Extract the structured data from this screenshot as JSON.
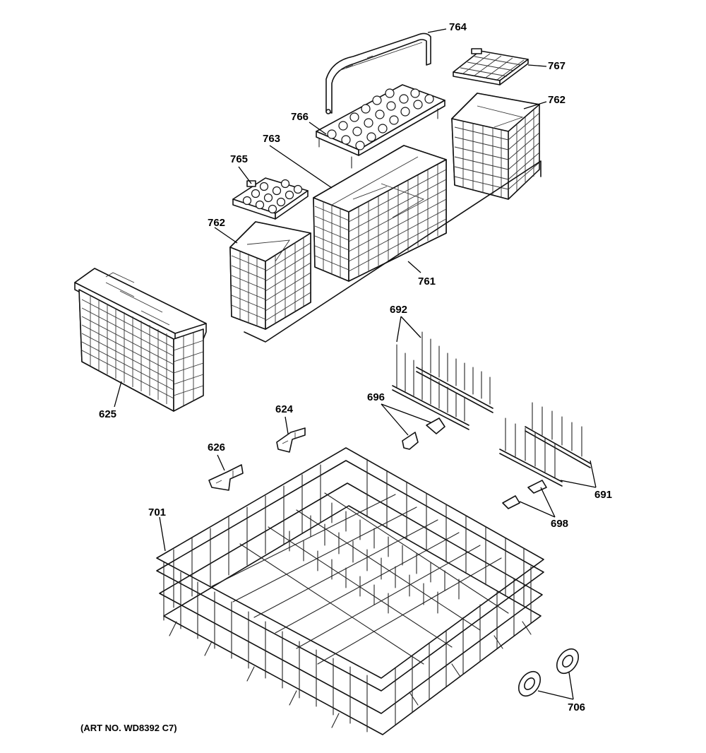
{
  "diagram": {
    "labels": [
      {
        "id": "l764",
        "text": "764",
        "part": "basket-handle"
      },
      {
        "id": "l767",
        "text": "767",
        "part": "small-basket-lid-right"
      },
      {
        "id": "l762a",
        "text": "762",
        "part": "small-basket-right"
      },
      {
        "id": "l766",
        "text": "766",
        "part": "large-basket-lid"
      },
      {
        "id": "l763",
        "text": "763",
        "part": "center-basket"
      },
      {
        "id": "l765",
        "text": "765",
        "part": "small-basket-lid-left"
      },
      {
        "id": "l762b",
        "text": "762",
        "part": "small-basket-left"
      },
      {
        "id": "l761",
        "text": "761",
        "part": "basket-assembly"
      },
      {
        "id": "l625",
        "text": "625",
        "part": "silverware-basket"
      },
      {
        "id": "l692",
        "text": "692",
        "part": "tine-row-upper"
      },
      {
        "id": "l696",
        "text": "696",
        "part": "tine-clips"
      },
      {
        "id": "l624",
        "text": "624",
        "part": "clip-624"
      },
      {
        "id": "l626",
        "text": "626",
        "part": "clip-626"
      },
      {
        "id": "l691",
        "text": "691",
        "part": "tine-row-lower"
      },
      {
        "id": "l698",
        "text": "698",
        "part": "tine-clips-lower"
      },
      {
        "id": "l701",
        "text": "701",
        "part": "lower-rack"
      },
      {
        "id": "l706",
        "text": "706",
        "part": "rack-wheels"
      }
    ],
    "art_number": "(ART NO. WD8392 C7)"
  }
}
